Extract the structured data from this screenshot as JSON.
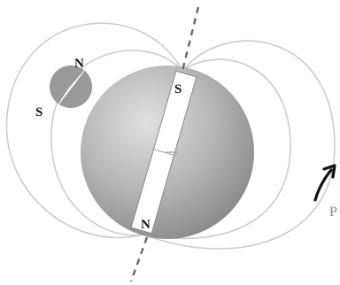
{
  "labels": {
    "magnet_top_pole": "S",
    "magnet_bottom_pole": "N",
    "compass_north": "N",
    "compass_south": "S",
    "point": "P"
  },
  "colors": {
    "field_line": "#cccccc",
    "axis": "#666666",
    "sphere_light": "#dcdcdc",
    "sphere_dark": "#8f8f8f",
    "compass_body": "#999999",
    "needle": "#ffffff",
    "arrow": "#111111",
    "label": "#111111",
    "point_label": "#888888"
  },
  "icons": {
    "compass": "compass-icon",
    "field_direction": "arrow-icon"
  }
}
